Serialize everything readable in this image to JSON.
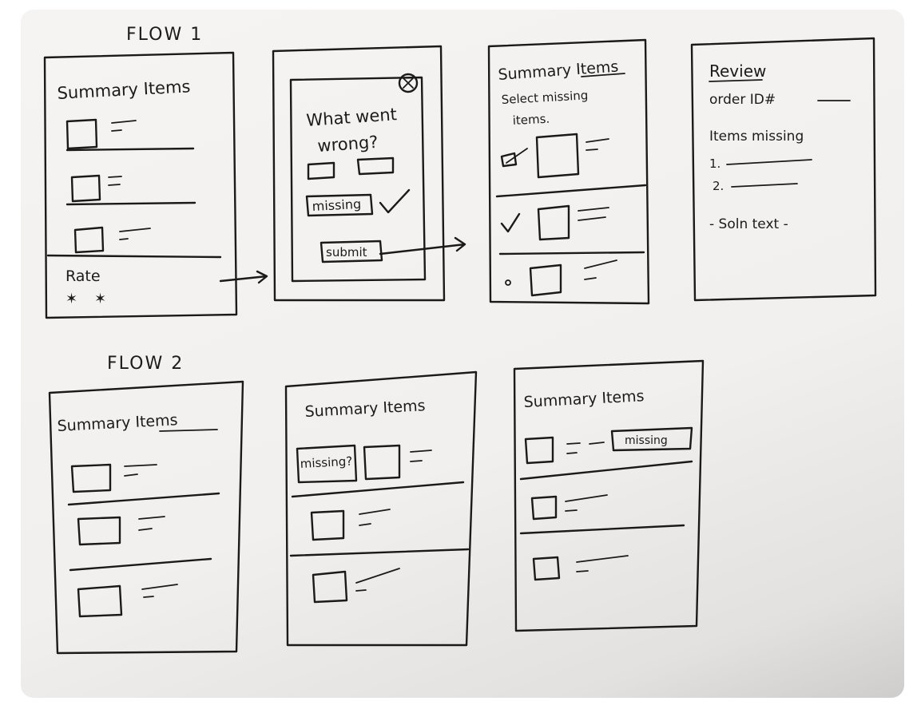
{
  "flow1": {
    "label": "FLOW 1",
    "screen1": {
      "title": "Summary Items",
      "rate_label": "Rate"
    },
    "screen2": {
      "question_line1": "What went",
      "question_line2": "wrong?",
      "missing_label": "missing",
      "submit_label": "submit"
    },
    "screen3": {
      "title": "Summary Items",
      "instruction_line1": "Select missing",
      "instruction_line2": "items."
    },
    "screen4": {
      "title": "Review",
      "order_label": "order ID#",
      "items_missing_label": "Items missing",
      "item1": "1.",
      "item2": "2.",
      "solution_text": "- Soln text -"
    }
  },
  "flow2": {
    "label": "FLOW 2",
    "screen1": {
      "title": "Summary Items"
    },
    "screen2": {
      "title": "Summary Items",
      "missing_label": "missing?"
    },
    "screen3": {
      "title": "Summary Items",
      "missing_label": "missing"
    }
  }
}
